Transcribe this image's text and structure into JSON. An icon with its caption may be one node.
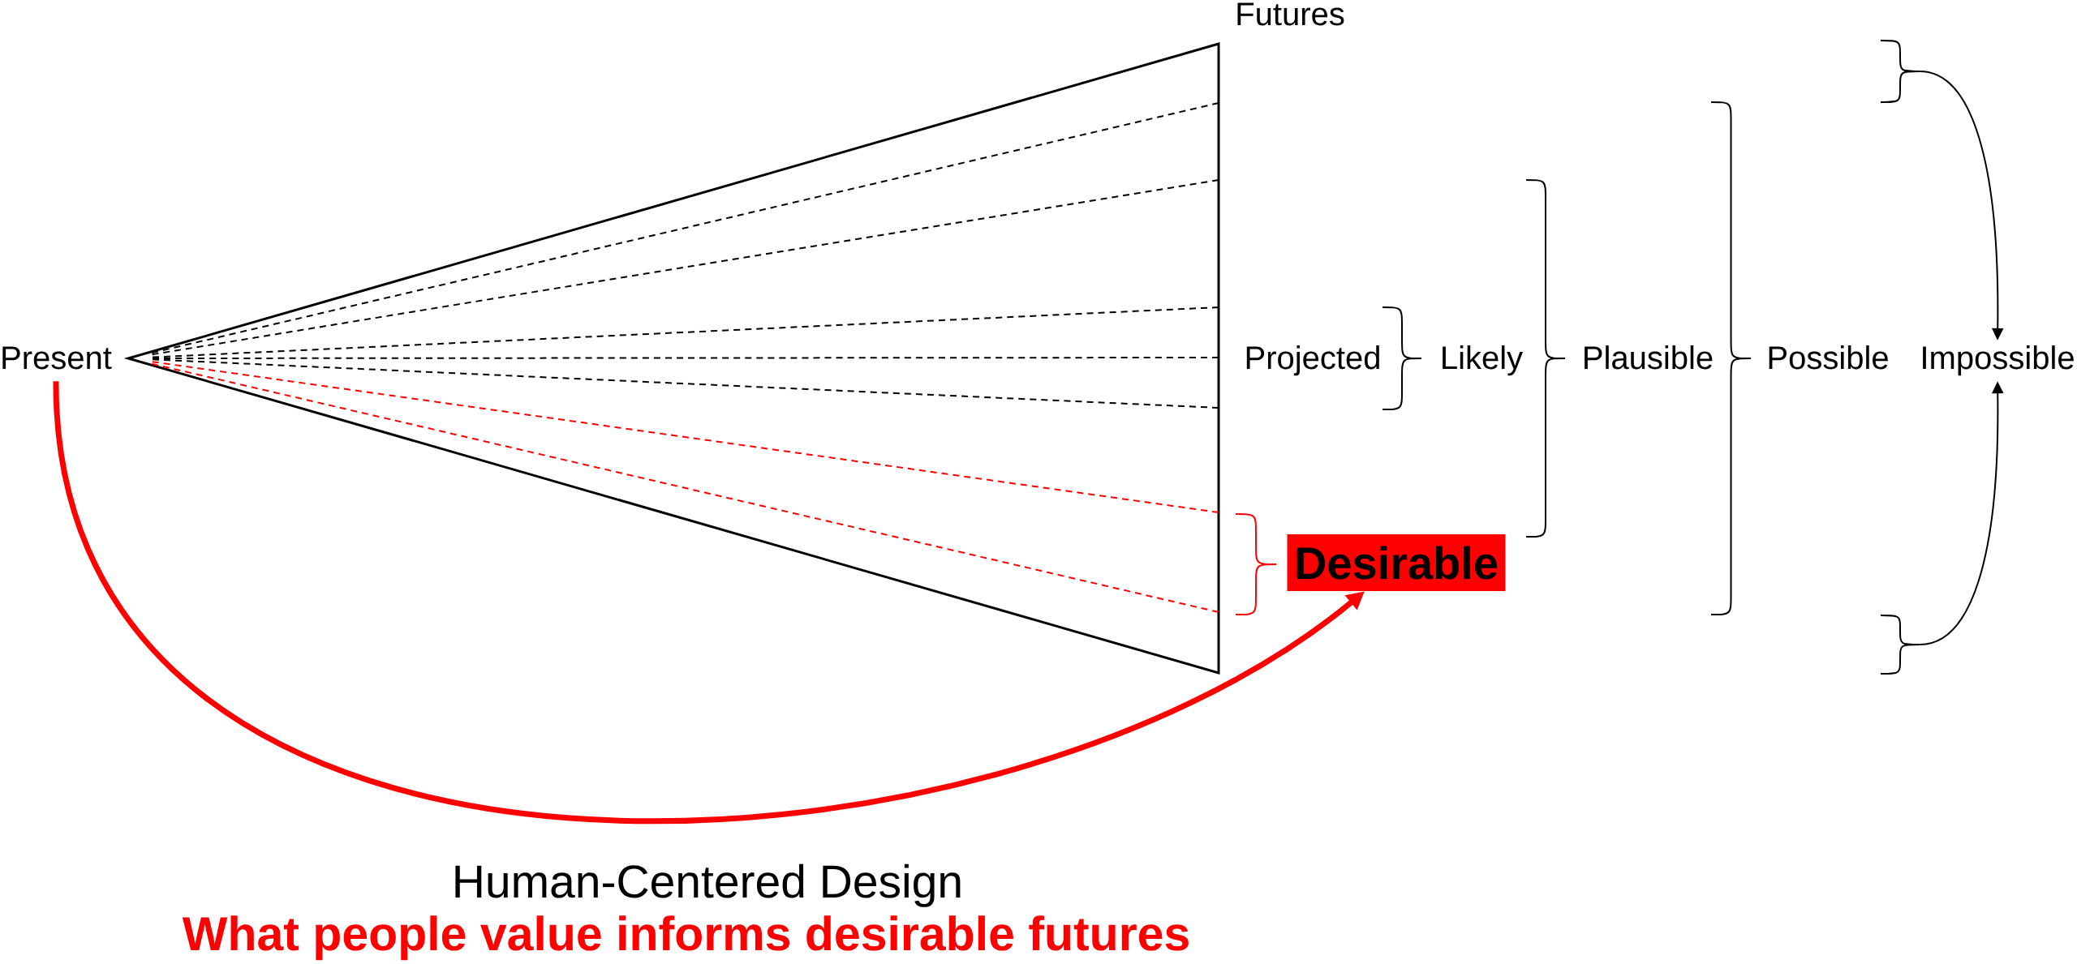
{
  "diagram": {
    "nodes": [
      {
        "text": [
          "Present"
        ]
      },
      {
        "text": [
          "Projected"
        ]
      },
      {
        "text": [
          "Likely"
        ]
      },
      {
        "text": [
          "Plausible"
        ]
      },
      {
        "text": [
          "Possible"
        ]
      },
      {
        "text": [
          "Impossible"
        ]
      },
      {
        "text": [
          "Desirable"
        ]
      },
      {
        "text": [],
        "shape": "brace"
      },
      {
        "text": [],
        "shape": "brace"
      }
    ],
    "edges": [
      {
        "from": 0,
        "to": 6,
        "arrow": "to",
        "style": "thick",
        "color": "#ff0000"
      },
      {
        "from": 7,
        "to": 5,
        "arrow": "to"
      },
      {
        "from": 8,
        "to": 5,
        "arrow": "to"
      }
    ],
    "labels": [
      "Futures",
      "Human-Centered Design",
      "What people value informs desirable futures"
    ]
  }
}
